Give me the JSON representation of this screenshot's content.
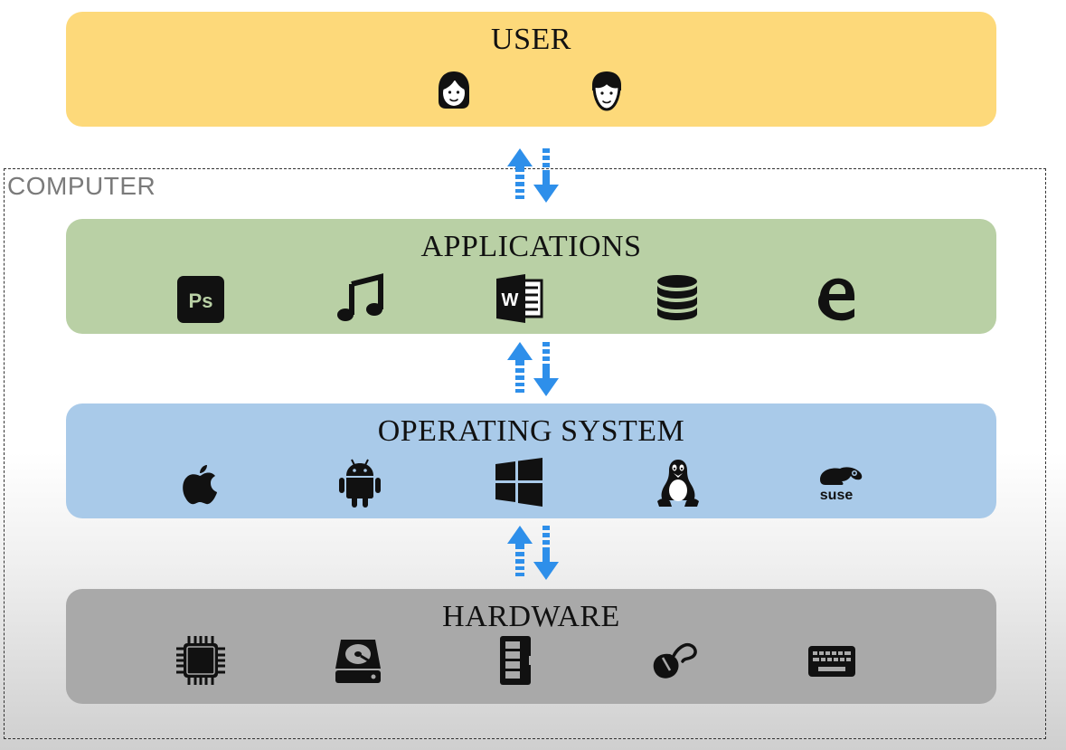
{
  "computer": {
    "label": "COMPUTER"
  },
  "layers": {
    "user": {
      "title": "USER",
      "color": "#fdd97a",
      "icons": [
        "female-user-icon",
        "male-user-icon"
      ]
    },
    "applications": {
      "title": "APPLICATIONS",
      "color": "#b9d0a5",
      "icons": [
        "photoshop-icon",
        "music-icon",
        "word-icon",
        "database-icon",
        "edge-browser-icon"
      ],
      "ps_text": "Ps",
      "word_text": "W"
    },
    "operating_system": {
      "title": "OPERATING SYSTEM",
      "color": "#a9cae9",
      "icons": [
        "apple-icon",
        "android-icon",
        "windows-icon",
        "linux-tux-icon",
        "suse-icon"
      ],
      "suse_text": "suse"
    },
    "hardware": {
      "title": "HARDWARE",
      "color": "#a9a9a9",
      "icons": [
        "cpu-icon",
        "hard-drive-icon",
        "memory-icon",
        "mouse-icon",
        "keyboard-icon"
      ]
    }
  },
  "arrow_color": "#2e8fea"
}
